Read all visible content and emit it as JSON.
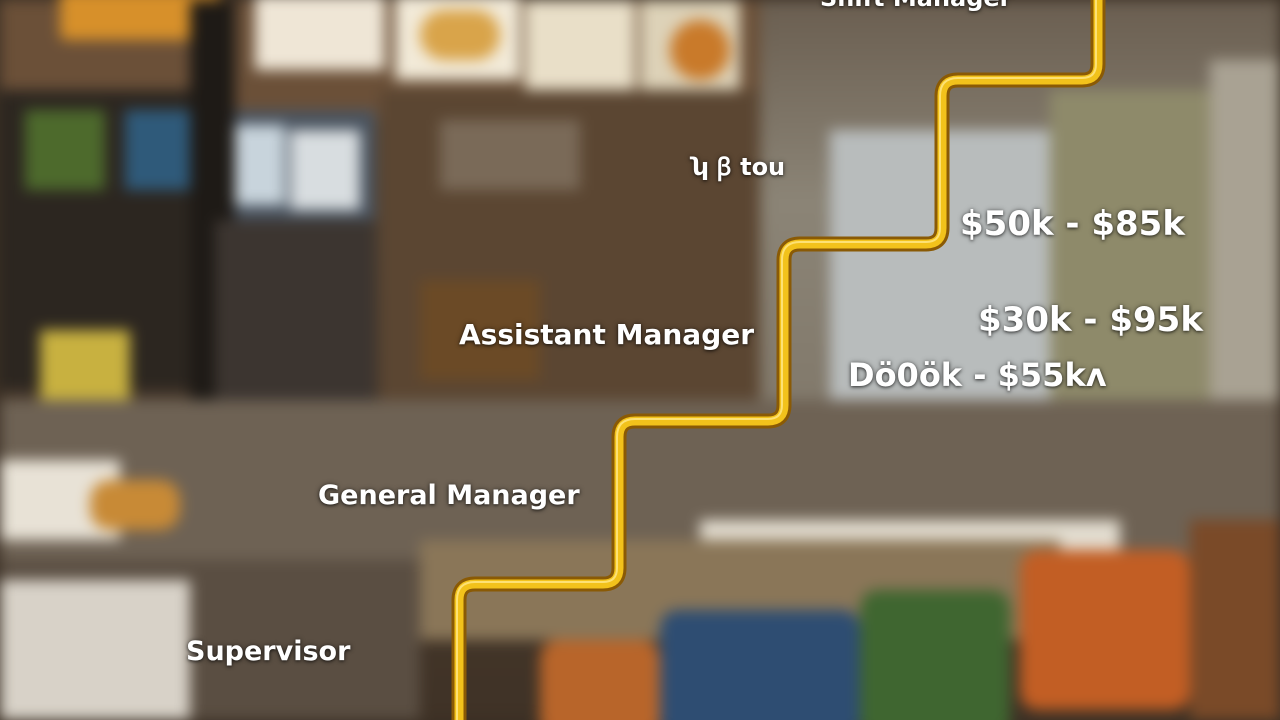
{
  "ladder": {
    "levels": [
      {
        "id": "supervisor",
        "title": "Supervisor"
      },
      {
        "id": "general-manager",
        "title": "General Manager"
      },
      {
        "id": "assistant-manager",
        "title": "Assistant Manager"
      },
      {
        "id": "shift-manager",
        "title": "Shift Manager"
      }
    ],
    "salaries": [
      {
        "id": "range-1",
        "text": "$50k - $85k"
      },
      {
        "id": "range-2",
        "text": "$30k - $95k"
      },
      {
        "id": "range-3",
        "text": "Dö0ök - $55kʌ"
      }
    ],
    "garbled_text": "ʮ ꞵ tou"
  },
  "colors": {
    "ladder_line": "#f2c21b",
    "ladder_shadow": "#8a5a05",
    "label_text": "#ffffff"
  }
}
